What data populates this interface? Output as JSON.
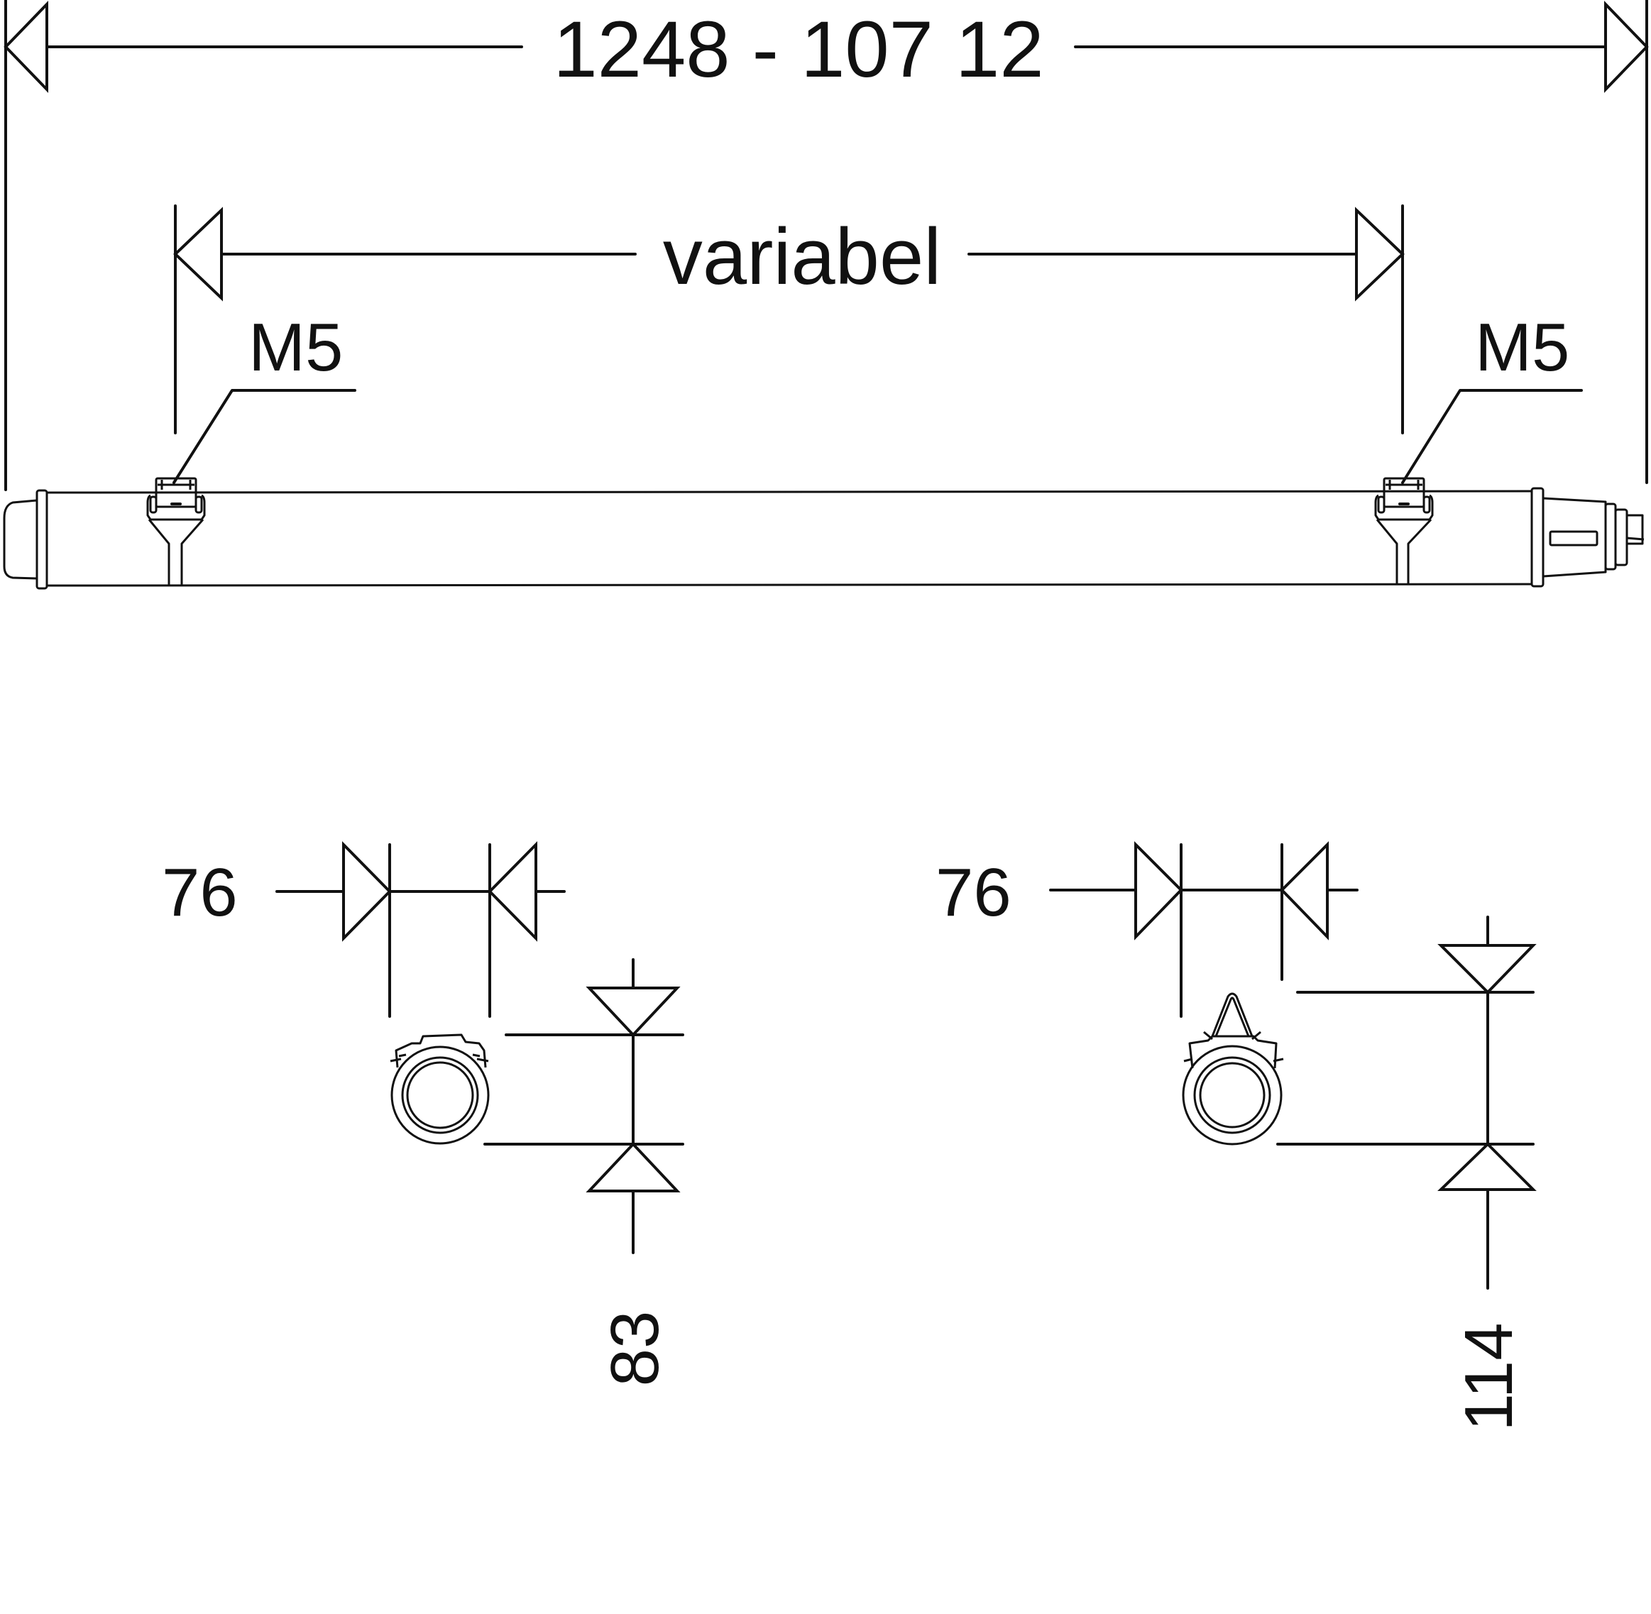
{
  "drawing": {
    "type": "technical-dimension-drawing",
    "subject": "linear luminaire tube with mounting clips",
    "line_color": "#111111",
    "background": "#ffffff"
  },
  "side_view": {
    "overall_length_label": "1248 - 107 12",
    "mount_spacing_label": "variabel",
    "left_thread_label": "M5",
    "right_thread_label": "M5"
  },
  "section_views": [
    {
      "name": "section-with-bracket-clip",
      "width_label": "76",
      "height_label": "83"
    },
    {
      "name": "section-with-wire-hanger",
      "width_label": "76",
      "height_label": "114"
    }
  ]
}
